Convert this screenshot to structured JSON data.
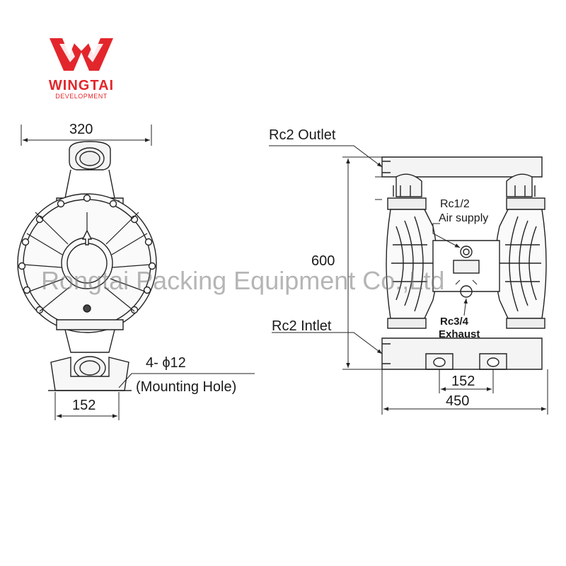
{
  "brand": {
    "name": "WINGTAI",
    "sub": "DEVELOPMENT",
    "color": "#e3262b"
  },
  "watermark": "Rongtai Packing Equipment Co.,Ltd",
  "front_view": {
    "width_dim": "320",
    "mount_spacing": "152",
    "mount_hole_label": "4- ϕ12",
    "mount_hole_note": "(Mounting Hole)"
  },
  "side_view": {
    "outlet_label": "Rc2 Outlet",
    "inlet_label": "Rc2 Intlet",
    "height_dim": "600",
    "air_supply_size": "Rc1/2",
    "air_supply_label": "Air supply",
    "exhaust_size": "Rc3/4",
    "exhaust_label": "Exhaust",
    "foot_spacing": "152",
    "width_dim": "450"
  }
}
